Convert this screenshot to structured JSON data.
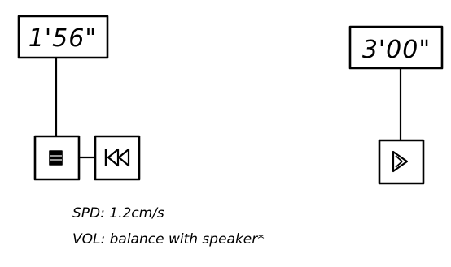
{
  "left_player": {
    "time": "1'56\"",
    "buttons": [
      {
        "icon": "stop-icon"
      },
      {
        "icon": "rewind-icon"
      }
    ]
  },
  "right_player": {
    "time": "3'00\"",
    "buttons": [
      {
        "icon": "play-icon"
      }
    ]
  },
  "notes": {
    "speed": "SPD: 1.2cm/s",
    "volume": "VOL: balance with speaker*"
  }
}
